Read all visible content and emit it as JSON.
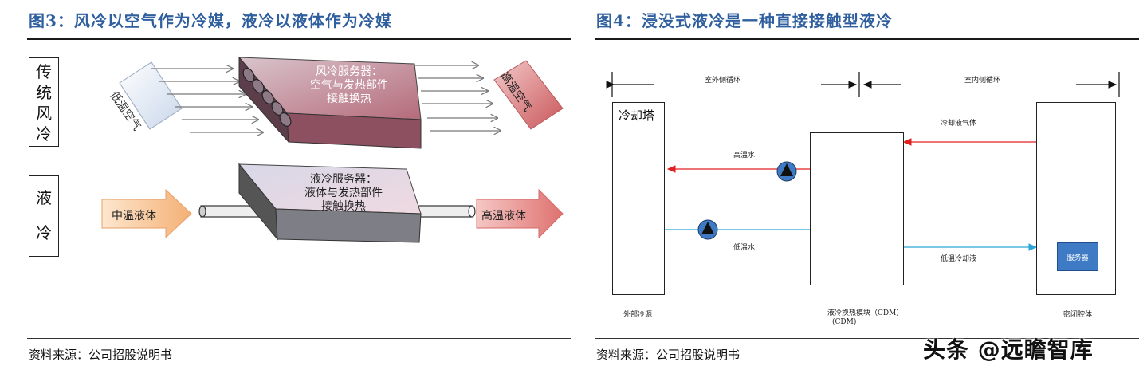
{
  "left_panel": {
    "title": "图3：风冷以空气作为冷媒，液冷以液体作为冷媒",
    "air_label": [
      "传",
      "统",
      "风",
      "冷"
    ],
    "liquid_label": [
      "液",
      "冷"
    ],
    "low_temp_air": "低温空气",
    "high_temp_air": "高温空气",
    "air_server_line1": "风冷服务器：",
    "air_server_line2": "空气与发热部件",
    "air_server_line3": "接触换热",
    "liquid_server_line1": "液冷服务器：",
    "liquid_server_line2": "液体与发热部件",
    "liquid_server_line3": "接触换热",
    "mid_temp_liquid": "中温液体",
    "high_temp_liquid": "高温液体",
    "source": "资料来源：公司招股说明书"
  },
  "right_panel": {
    "title": "图4：浸没式液冷是一种直接接触型液冷",
    "outdoor_loop": "室外侧循环",
    "indoor_loop": "室内侧循环",
    "cooling_tower": "冷却塔",
    "coolant_vapor": "冷却液气体",
    "high_temp_water": "高温水",
    "low_temp_water": "低温水",
    "low_temp_coolant": "低温冷却液",
    "server": "服务器",
    "external_source": "外部冷源",
    "cdm_line1": "液冷换热模块（CDM）",
    "cdm_line2": "(CDM)",
    "sealed_chamber": "密闭腔体",
    "source": "资料来源：公司招股说明书"
  },
  "watermark": "头条 @远瞻智库",
  "colors": {
    "title_blue": "#2f5f9e",
    "hot_red": "#e02020",
    "cold_blue": "#2aa6d6",
    "server_blue": "#3f7bc4"
  }
}
